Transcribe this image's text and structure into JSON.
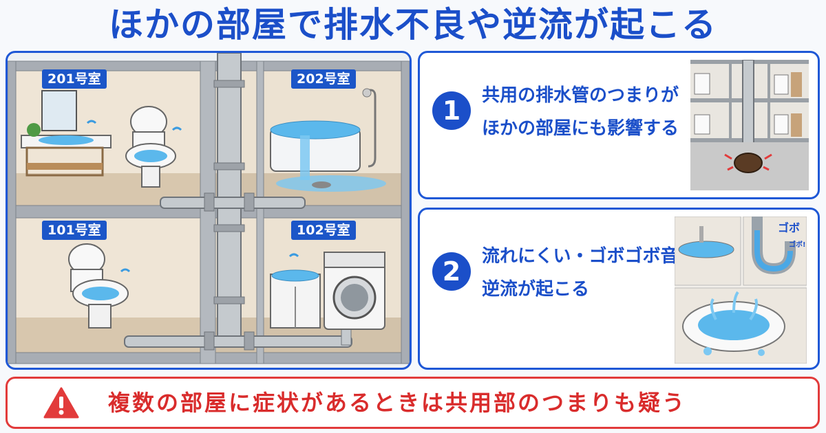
{
  "title": "ほかの部屋で排水不良や逆流が起こる",
  "rooms": {
    "r201": "201号室",
    "r202": "202号室",
    "r101": "101号室",
    "r102": "102号室"
  },
  "cards": [
    {
      "number": "1",
      "line1": "共用の排水管のつまりが",
      "line2": "ほかの部屋にも影響する"
    },
    {
      "number": "2",
      "line1": "流れにくい・ゴボゴボ音・",
      "line2": "逆流が起こる"
    }
  ],
  "sound_effect": {
    "main": "ゴボ",
    "small": "ゴボ!"
  },
  "footer": {
    "text": "複数の部屋に症状があるときは共用部のつまりも疑う"
  },
  "colors": {
    "accent_blue": "#1b4fc9",
    "warning_red": "#e23b3b",
    "water": "#5bb8ec"
  }
}
